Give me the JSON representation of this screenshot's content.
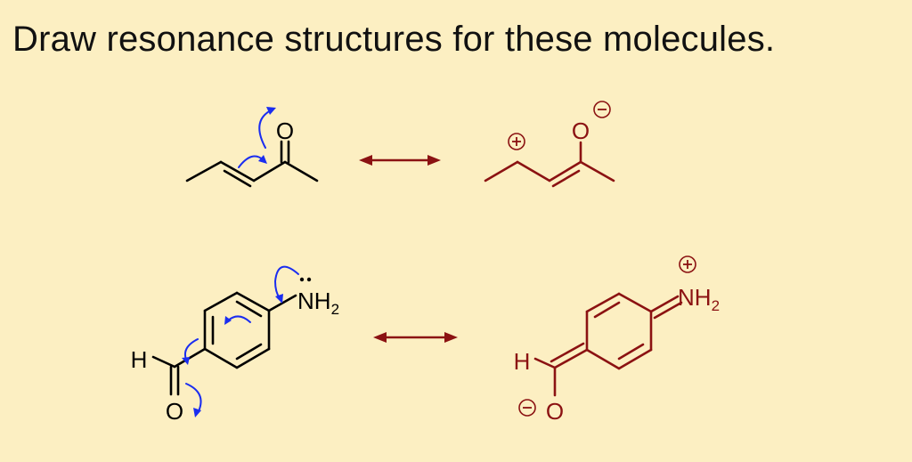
{
  "title": "Draw resonance structures for these molecules.",
  "molecules": {
    "top_reactant": {
      "O": "O"
    },
    "top_product": {
      "O": "O"
    },
    "bottom_reactant": {
      "H": "H",
      "O": "O",
      "N": "N",
      "H2_H": "H",
      "H2_sub": "2"
    },
    "bottom_product": {
      "H": "H",
      "O": "O",
      "N": "NH",
      "H2_sub": "2"
    }
  },
  "colors": {
    "background": "#fcefc2",
    "reactant": "#000000",
    "product": "#8b1212",
    "curved_arrows": "#1a2df0"
  },
  "icons": {
    "resonance_arrow": "double-headed-arrow",
    "positive_charge": "circled-plus",
    "negative_charge": "circled-minus",
    "lone_pair": "two-dots"
  }
}
